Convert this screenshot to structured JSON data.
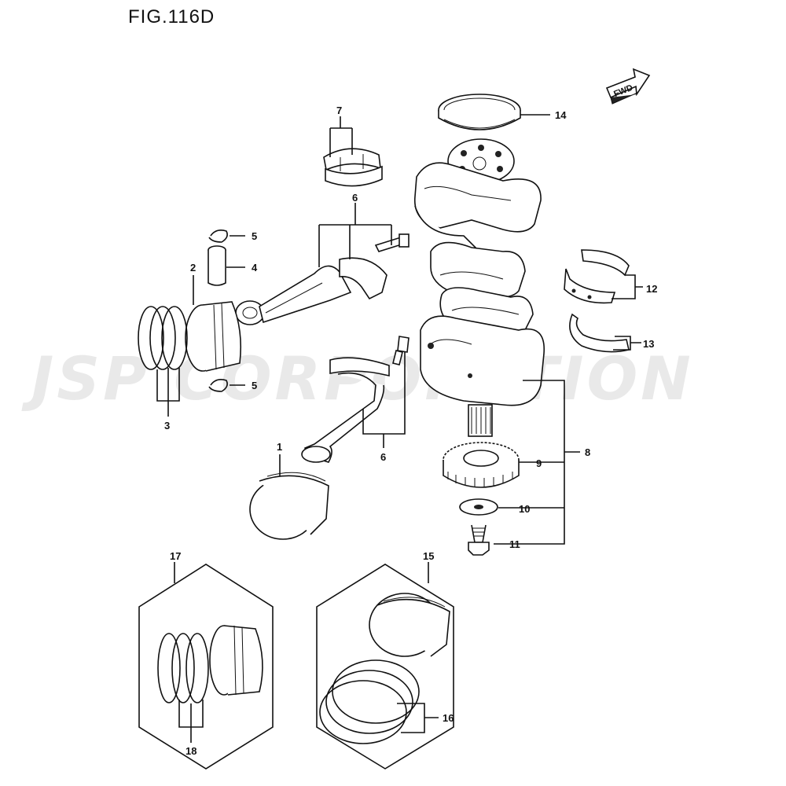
{
  "figure": {
    "title": "FIG.116D",
    "watermark": "JSP CORPORATION",
    "fwd_label": "FWD"
  },
  "callouts": {
    "c1": "1",
    "c2": "2",
    "c3": "3",
    "c4": "4",
    "c5a": "5",
    "c5b": "5",
    "c6a": "6",
    "c6b": "6",
    "c7": "7",
    "c8": "8",
    "c9": "9",
    "c10": "10",
    "c11": "11",
    "c12": "12",
    "c13": "13",
    "c14": "14",
    "c15": "15",
    "c16": "16",
    "c17": "17",
    "c18": "18"
  }
}
